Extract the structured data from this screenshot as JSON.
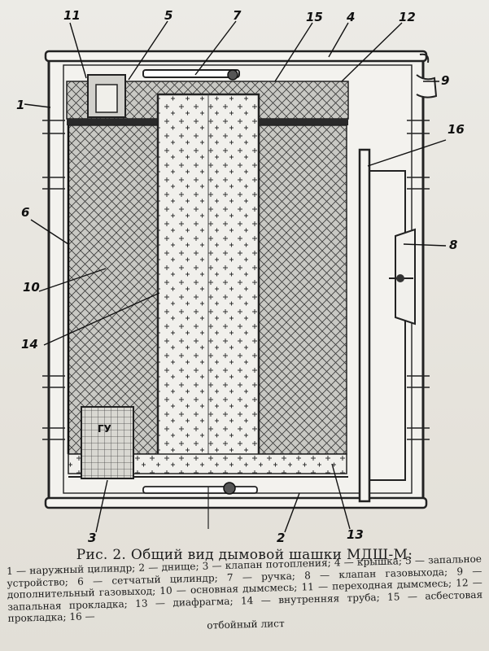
{
  "figure": {
    "callouts": {
      "c11": "11",
      "c5": "5",
      "c7": "7",
      "c15": "15",
      "c4": "4",
      "c12": "12",
      "c1": "1",
      "c9top": "9",
      "c16": "16",
      "c6": "6",
      "c8": "8",
      "c10": "10",
      "c14": "14",
      "c3": "3",
      "c2": "2",
      "c13": "13"
    },
    "plate_marking": "ГУ"
  },
  "caption": "Рис. 2. Общий вид дымовой шашки МДШ-М:",
  "legend": {
    "body": "1 — наружный цилиндр; 2 — днище; 3 — клапан потопления; 4 — крышка; 5 — запальное устройство; 6 — сетчатый цилиндр; 7 — ручка; 8 — клапан газовыхода; 9 — дополнительный газовыход; 10 — основная дымсмесь; 11 — переходная дымсмесь; 12 — запальная прокладка; 13 — диафрагма; 14 — внутренняя труба; 15 — асбестовая прокладка; 16 —",
    "last": "отбойный лист"
  }
}
